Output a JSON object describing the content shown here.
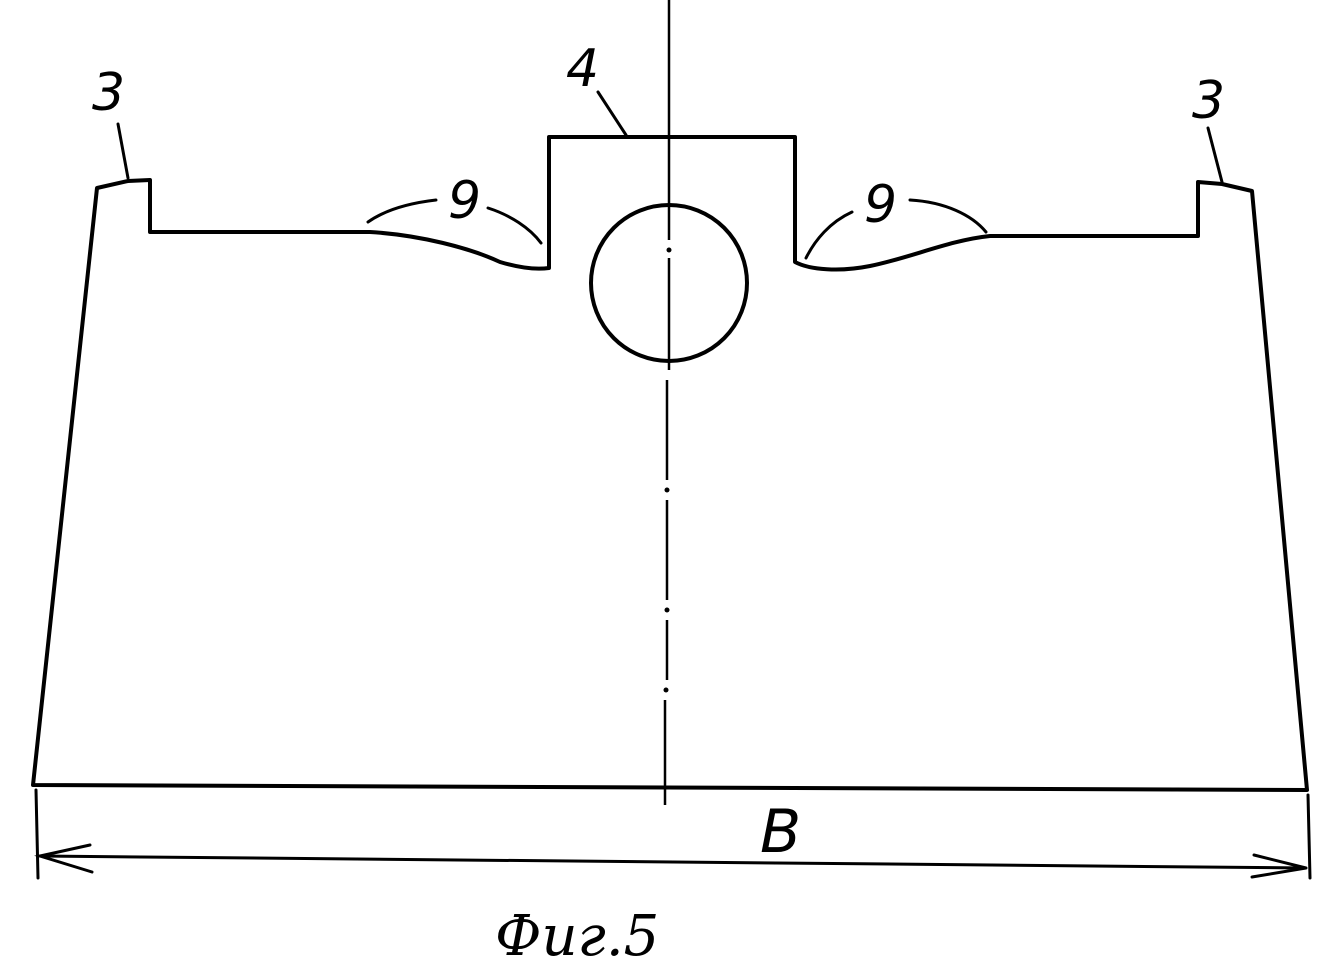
{
  "labels": {
    "top_left": "3",
    "top_right": "3",
    "top_center": "4",
    "groove_left": "9",
    "groove_right": "9",
    "width": "B"
  },
  "caption": "Фиг.5",
  "colors": {
    "ink": "#000000",
    "paper": "#ffffff"
  }
}
